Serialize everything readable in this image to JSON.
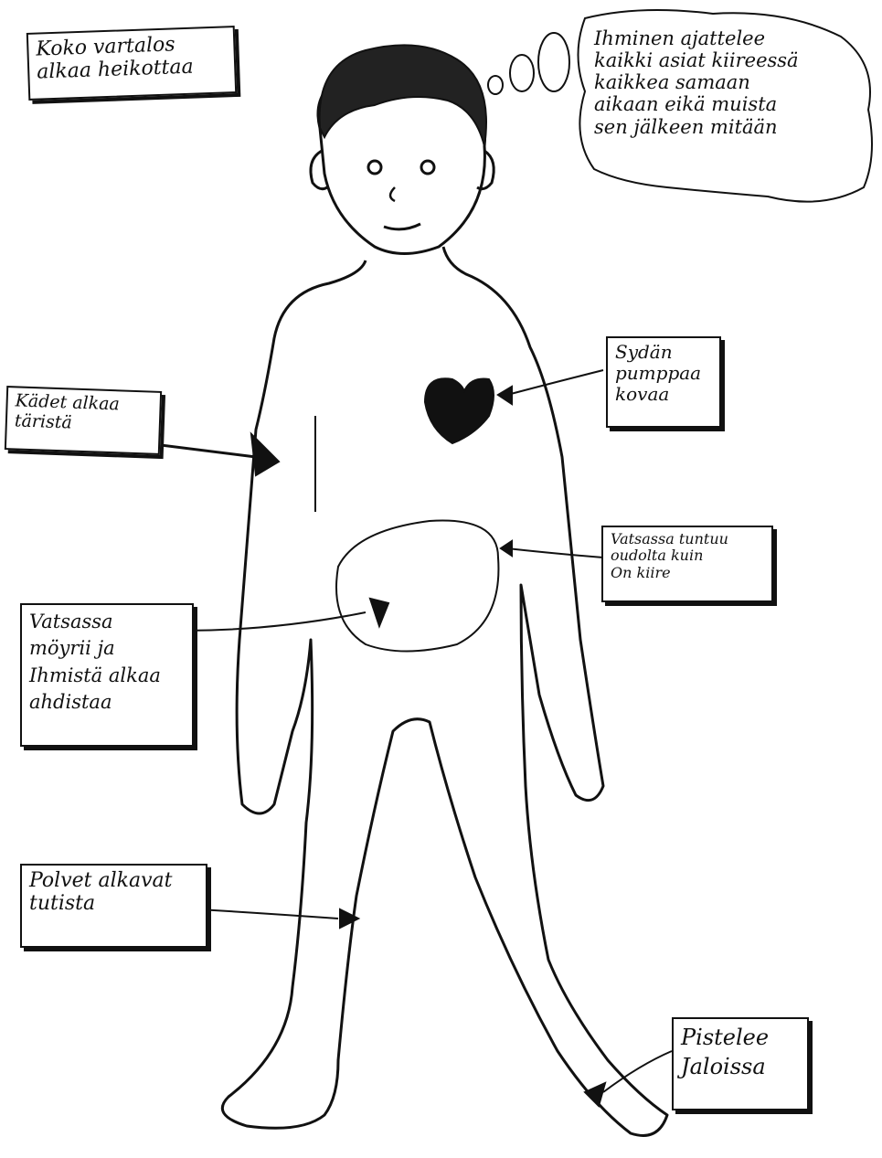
{
  "labels": {
    "whole_body": "Koko vartalos\nalkaa heikottaa",
    "thought": "Ihminen ajattelee\nkaikki asiat kiireessä\nkaikkea samaan\naikaan eikä muista\nsen jälkeen mitään",
    "heart": "Sydän\npumppaa\nkovaa",
    "hands": "Kädet alkaa\ntäristä",
    "stomach_feeling": "Vatsassa tuntuu\noudolta kuin\nOn kiire",
    "stomach_churn": "Vatsassa\nmöyrii ja\nIhmistä alkaa\nahdistaa",
    "knees": "Polvet alkavat\ntutista",
    "feet": "Pistelee\nJaloissa"
  }
}
